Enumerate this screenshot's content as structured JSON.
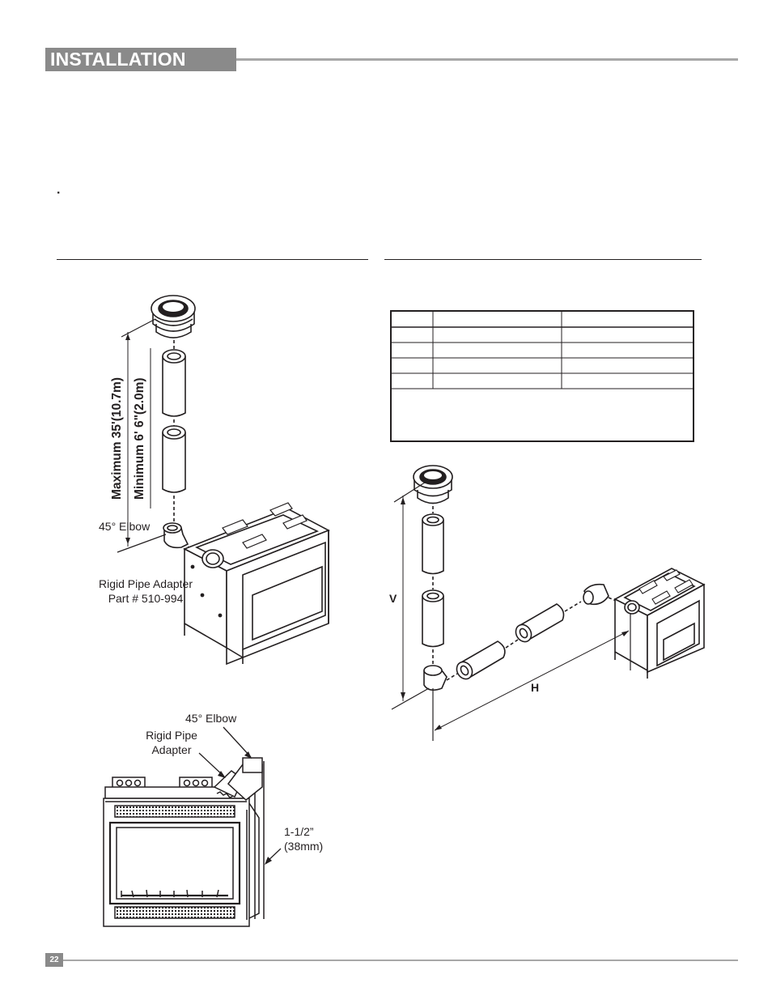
{
  "header": {
    "title": "INSTALLATION"
  },
  "stray_mark": ".",
  "figure_left": {
    "max_label": "Maximum 35'(10.7m)",
    "min_label": "Minimum 6' 6\"(2.0m)",
    "elbow_label": "45° Elbow",
    "adapter_label_line1": "Rigid Pipe Adapter",
    "adapter_label_line2": "Part # 510-994"
  },
  "figure_front": {
    "elbow_label": "45° Elbow",
    "adapter_label_line1": "Rigid Pipe",
    "adapter_label_line2": "Adapter",
    "clearance_line1": "1-1/2”",
    "clearance_line2": "(38mm)"
  },
  "figure_right": {
    "v_label": "V",
    "h_label": "H"
  },
  "footer": {
    "page_number": "22"
  }
}
